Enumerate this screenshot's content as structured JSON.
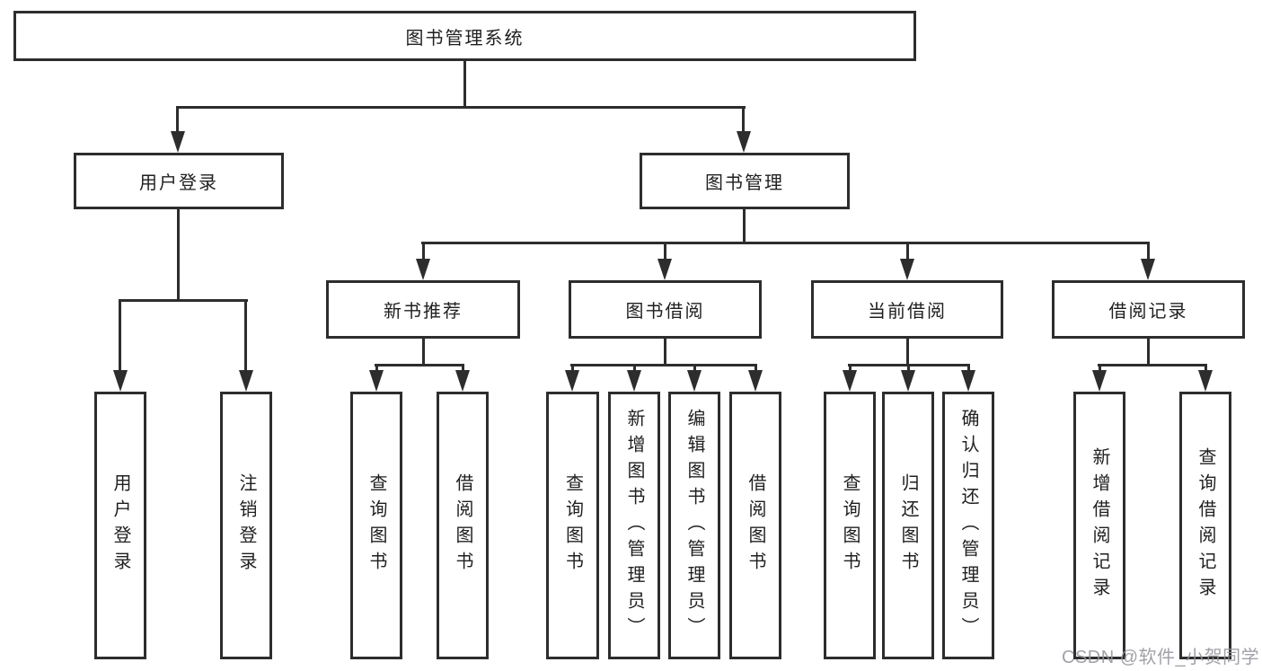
{
  "tree": {
    "root": {
      "label": "图书管理系统"
    },
    "branches": [
      {
        "label": "用户登录",
        "children": [
          {
            "label": "用户登录"
          },
          {
            "label": "注销登录"
          }
        ]
      },
      {
        "label": "图书管理",
        "sections": [
          {
            "label": "新书推荐",
            "children": [
              {
                "label": "查询图书"
              },
              {
                "label": "借阅图书"
              }
            ]
          },
          {
            "label": "图书借阅",
            "children": [
              {
                "label": "查询图书"
              },
              {
                "label": "新增图书（管理员）"
              },
              {
                "label": "编辑图书（管理员）"
              },
              {
                "label": "借阅图书"
              }
            ]
          },
          {
            "label": "当前借阅",
            "children": [
              {
                "label": "查询图书"
              },
              {
                "label": "归还图书"
              },
              {
                "label": "确认归还（管理员）"
              }
            ]
          },
          {
            "label": "借阅记录",
            "children": [
              {
                "label": "新增借阅记录"
              },
              {
                "label": "查询借阅记录"
              }
            ]
          }
        ]
      }
    ]
  },
  "watermark": "CSDN @软件_小贺同学",
  "colors": {
    "line": "#2d2d2d",
    "text": "#1f1f1f",
    "background": "#ffffff",
    "watermark": "#94949d"
  }
}
